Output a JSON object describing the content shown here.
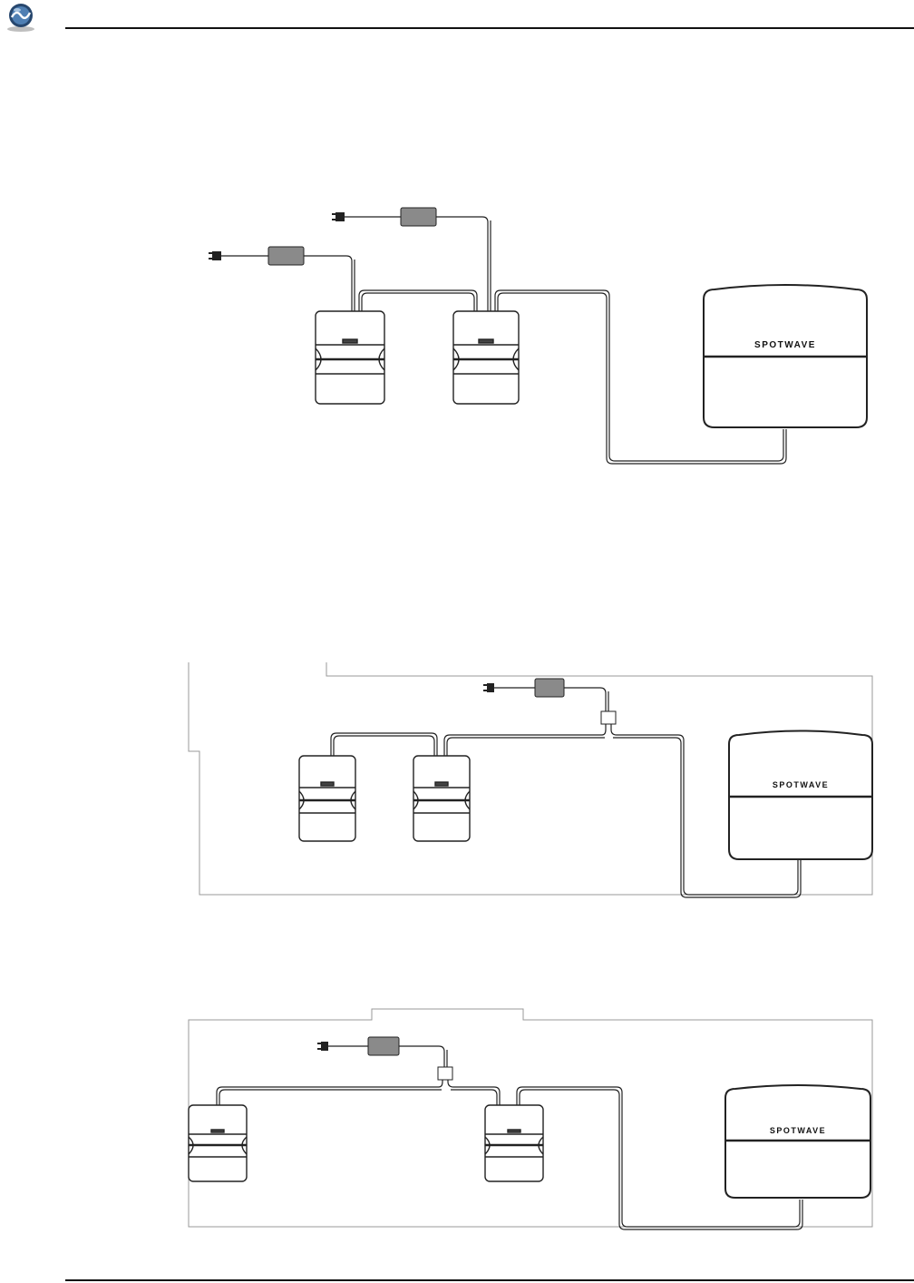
{
  "header": {
    "logo_icon": "globe-logo-icon"
  },
  "brand": {
    "name": "SPOTWAVE"
  },
  "figures": [
    {
      "id": "single-supply-dual-units",
      "power_supplies": 2,
      "units": 2
    },
    {
      "id": "shared-supply-adjacent-units",
      "power_supplies": 1,
      "units": 2
    },
    {
      "id": "shared-supply-separated-units",
      "power_supplies": 1,
      "units": 2
    }
  ],
  "colors": {
    "line": "#222222",
    "adapter": "#8a8a8a",
    "frame": "#999999"
  }
}
